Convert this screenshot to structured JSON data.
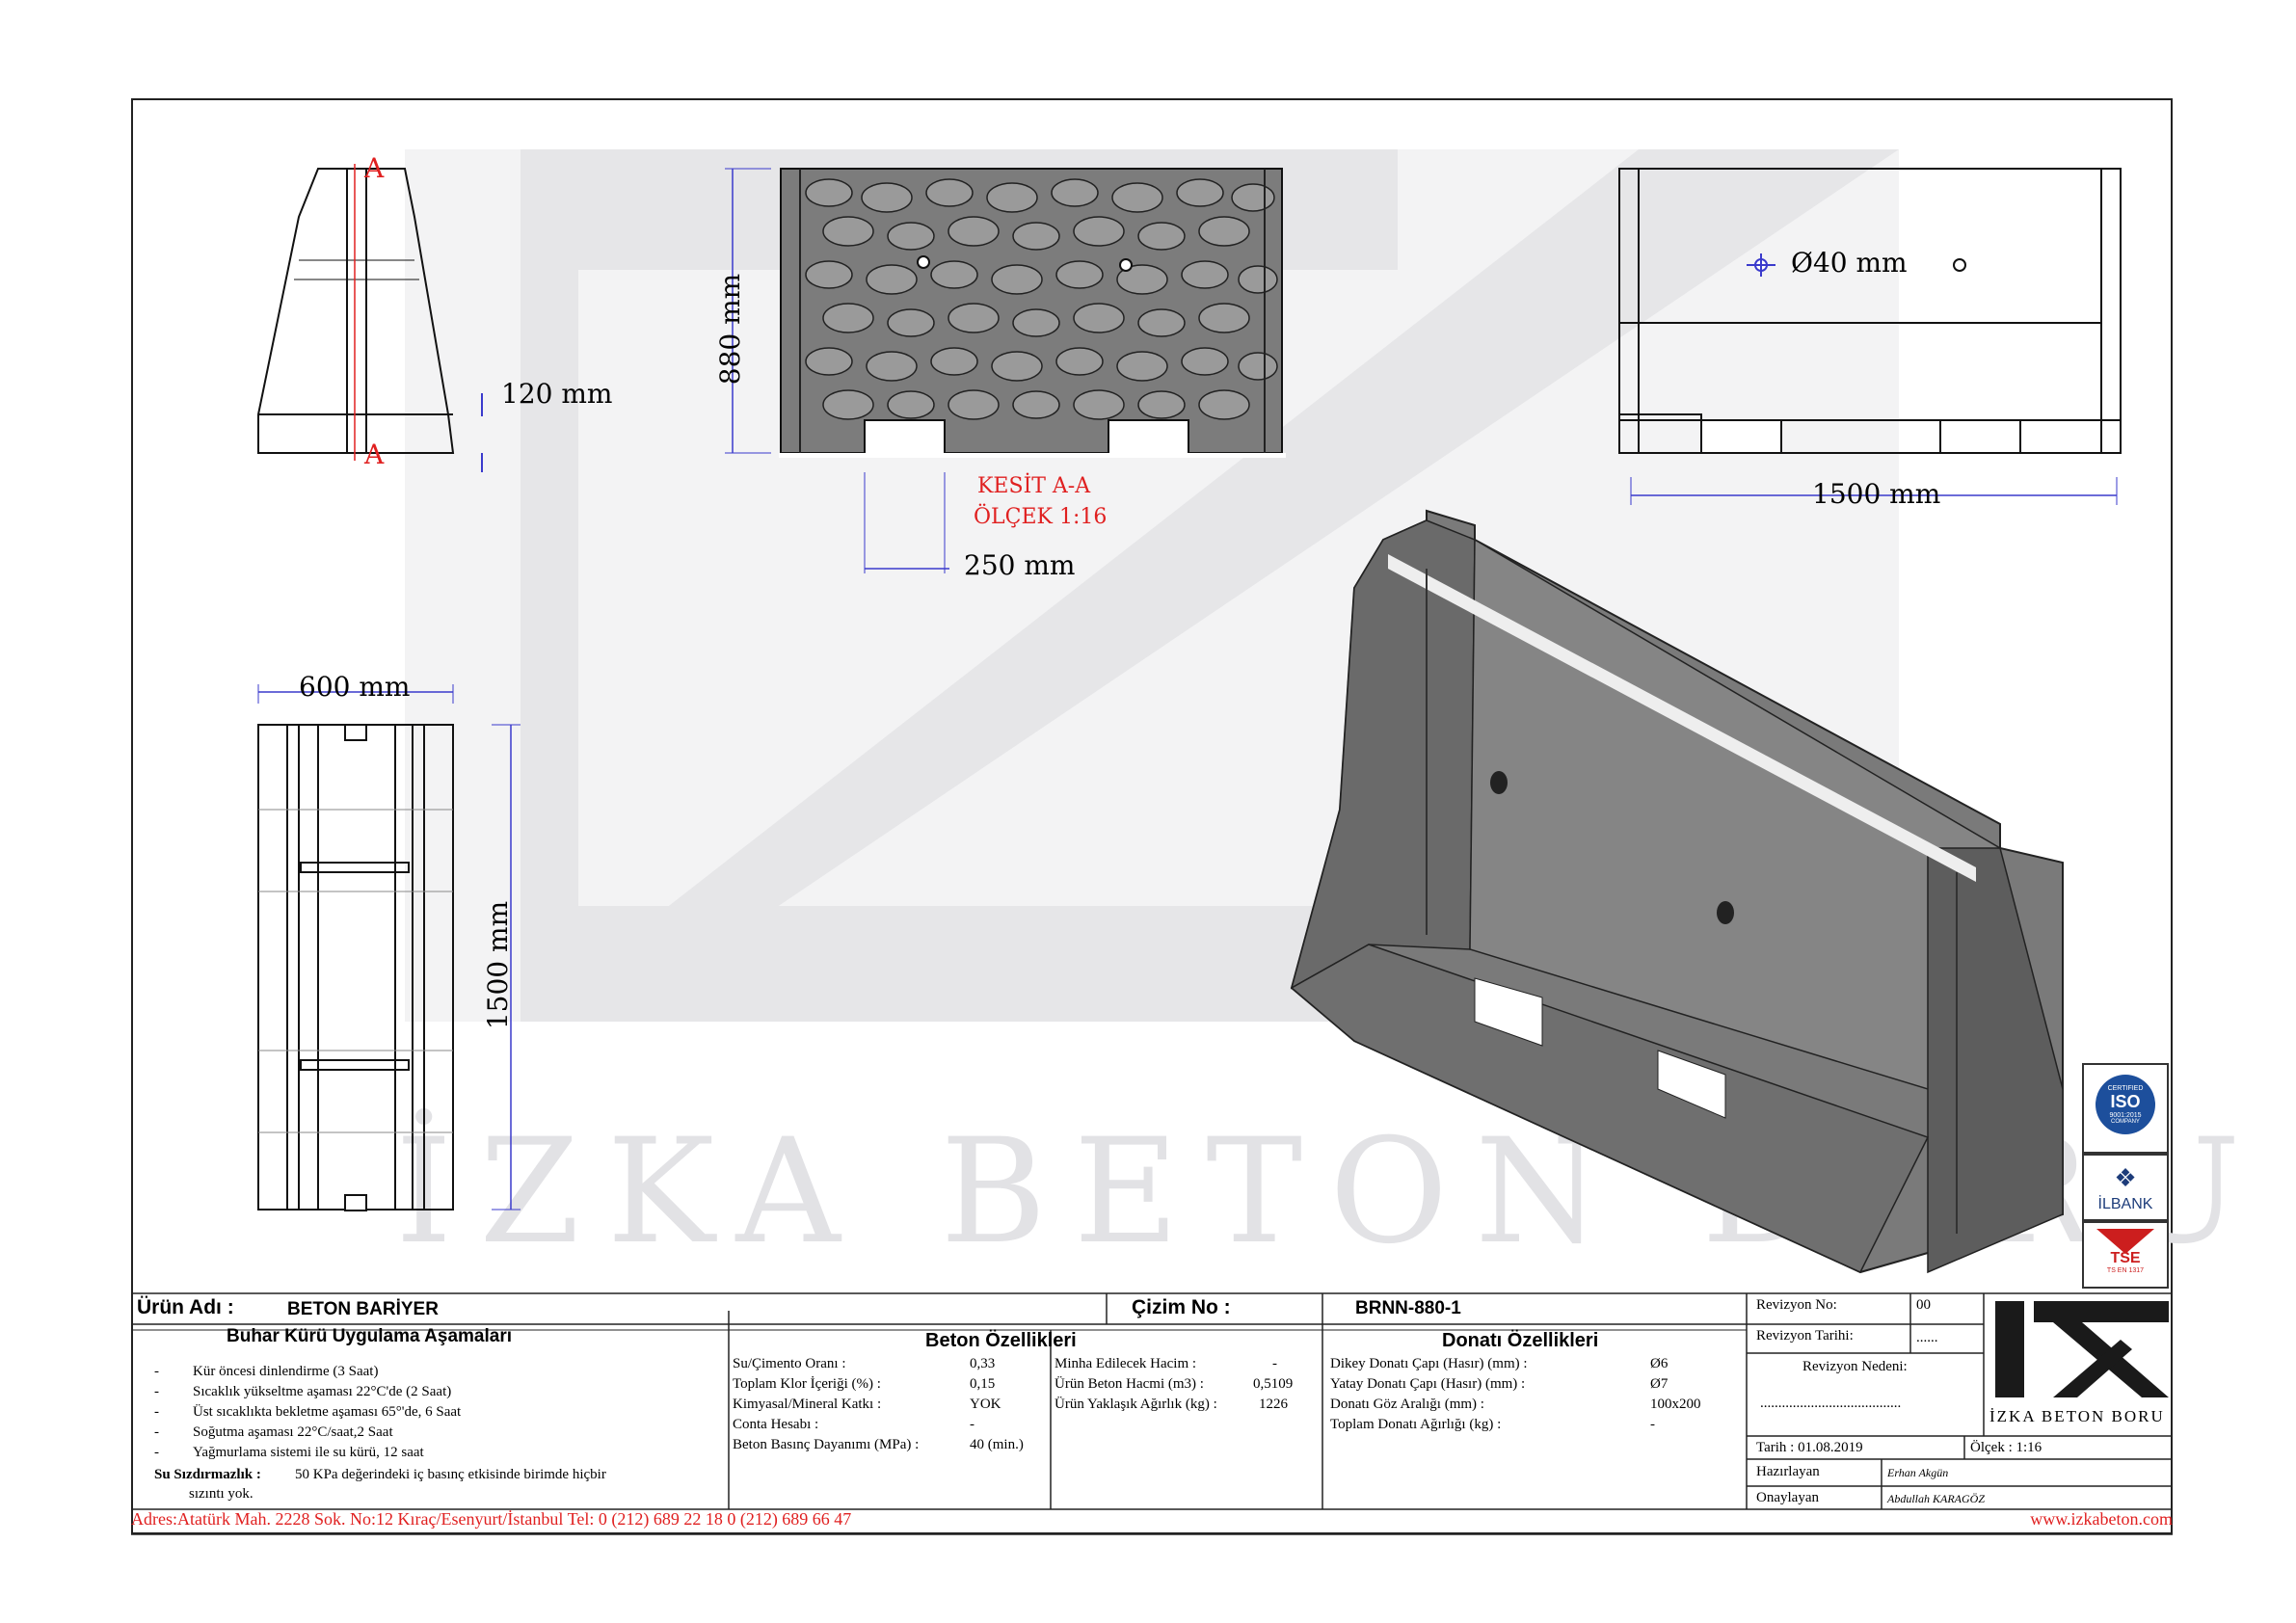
{
  "watermark": "İZKA BETON BORU",
  "dimensions": {
    "height_120": "120 mm",
    "height_880": "880 mm",
    "width_250": "250 mm",
    "hole_diameter": "Ø40 mm",
    "length_1500_top": "1500 mm",
    "width_600": "600 mm",
    "length_1500_side": "1500 mm",
    "section_marker": "A"
  },
  "section": {
    "title": "KESİT A-A",
    "scale": "ÖLÇEK 1:16"
  },
  "certifications": {
    "iso": "ISO",
    "iso_sub": "9001:2015",
    "iso_top": "CERTIFIED",
    "iso_bottom": "COMPANY",
    "ilbank": "İLBANK",
    "tse": "TSE",
    "tse_sub": "TS EN 1317"
  },
  "titleblock": {
    "product_label": "Ürün Adı :",
    "product_name": "BETON BARİYER",
    "drawing_no_label": "Çizim No :",
    "drawing_no": "BRNN-880-1",
    "revision_no_label": "Revizyon No:",
    "revision_no": "00",
    "revision_date_label": "Revizyon Tarihi:",
    "revision_date": "......",
    "revision_reason_label": "Revizyon Nedeni:",
    "revision_reason": ".......................................",
    "date": "Tarih : 01.08.2019",
    "scale": "Ölçek : 1:16",
    "prepared_label": "Hazırlayan",
    "prepared_by": "Erhan Akgün",
    "approved_label": "Onaylayan",
    "approved_by": "Abdullah KARAGÖZ",
    "logo_text": "İZKA BETON BORU"
  },
  "steam_curing": {
    "heading": "Buhar Kürü Uygulama Aşamaları",
    "steps": [
      "Kür öncesi dinlendirme (3 Saat)",
      "Sıcaklık yükseltme aşaması 22°C'de (2 Saat)",
      "Üst sıcaklıkta bekletme aşaması 65°'de, 6 Saat",
      "Soğutma aşaması 22°C/saat,2 Saat",
      "Yağmurlama sistemi ile su kürü, 12 saat"
    ],
    "waterproof_label": "Su Sızdırmazlık :",
    "waterproof_text_1": "50 KPa değerindeki iç basınç etkisinde birimde hiçbir",
    "waterproof_text_2": "sızıntı yok."
  },
  "concrete": {
    "heading": "Beton Özellikleri",
    "rows": [
      {
        "label": "Su/Çimento Oranı :",
        "value": "0,33"
      },
      {
        "label": "Toplam Klor İçeriği (%) :",
        "value": "0,15"
      },
      {
        "label": "Kimyasal/Mineral Katkı :",
        "value": "YOK"
      },
      {
        "label": "Conta Hesabı :",
        "value": "-"
      },
      {
        "label": "Beton Basınç Dayanımı (MPa) :",
        "value": "40 (min.)"
      }
    ],
    "rows2": [
      {
        "label": "Minha Edilecek Hacim :",
        "value": "-"
      },
      {
        "label": "Ürün Beton Hacmi (m3) :",
        "value": "0,5109"
      },
      {
        "label": "Ürün Yaklaşık Ağırlık (kg) :",
        "value": "1226"
      }
    ]
  },
  "rebar": {
    "heading": "Donatı Özellikleri",
    "rows": [
      {
        "label": "Dikey Donatı Çapı (Hasır) (mm) :",
        "value": "Ø6"
      },
      {
        "label": "Yatay Donatı Çapı (Hasır) (mm) :",
        "value": "Ø7"
      },
      {
        "label": "Donatı Göz Aralığı (mm) :",
        "value": "100x200"
      },
      {
        "label": "Toplam Donatı Ağırlığı (kg) :",
        "value": "-"
      }
    ]
  },
  "footer": {
    "address": "Adres:Atatürk Mah. 2228 Sok. No:12 Kıraç/Esenyurt/İstanbul Tel: 0 (212) 689 22 18 0 (212) 689 66 47",
    "website": "www.izkabeton.com"
  }
}
